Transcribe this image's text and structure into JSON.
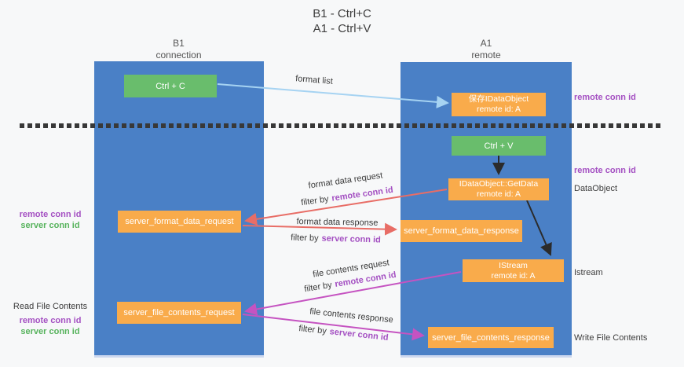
{
  "title": {
    "line1": "B1 - Ctrl+C",
    "line2": "A1 - Ctrl+V"
  },
  "columns": {
    "left": {
      "name": "B1",
      "role": "connection"
    },
    "right": {
      "name": "A1",
      "role": "remote"
    }
  },
  "nodes": {
    "ctrl_c": "Ctrl + C",
    "ctrl_v": "Ctrl + V",
    "save_idataobject": {
      "line1": "保存IDataObject",
      "line2": "remote id: A"
    },
    "getdata": {
      "line1": "IDataObject::GetData",
      "line2": "remote id: A"
    },
    "istream": {
      "line1": "IStream",
      "line2": "remote id: A"
    },
    "server_format_data_request": "server_format_data_request",
    "server_format_data_response": "server_format_data_response",
    "server_file_contents_request": "server_file_contents_request",
    "server_file_contents_response": "server_file_contents_response"
  },
  "arrow_labels": {
    "format_list": "format list",
    "format_data_request": "format data request",
    "format_data_response": "format data response",
    "file_contents_request": "file contents request",
    "file_contents_response": "file contents response",
    "filter_by": "filter by",
    "remote_conn_id": "remote conn id",
    "server_conn_id": "server conn id"
  },
  "side_labels": {
    "remote_conn_id_top": "remote conn id",
    "remote_conn_id_mid": "remote conn id",
    "dataobject": "DataObject",
    "istream": "Istream",
    "write_file_contents": "Write File Contents",
    "read_file_contents": "Read File Contents",
    "left_remote_conn_id_1": "remote conn id",
    "left_server_conn_id_1": "server conn id",
    "left_remote_conn_id_2": "remote conn id",
    "left_server_conn_id_2": "server conn id"
  },
  "colors": {
    "column_blue": "#4a80c6",
    "node_green": "#69bd6c",
    "node_orange": "#f9ab4b",
    "arrow_light_blue": "#a6d3f2",
    "arrow_red": "#e86d66",
    "arrow_magenta": "#c553c1",
    "arrow_black": "#2b2b2b",
    "text_purple": "#a450c2",
    "text_green": "#57b35d"
  }
}
